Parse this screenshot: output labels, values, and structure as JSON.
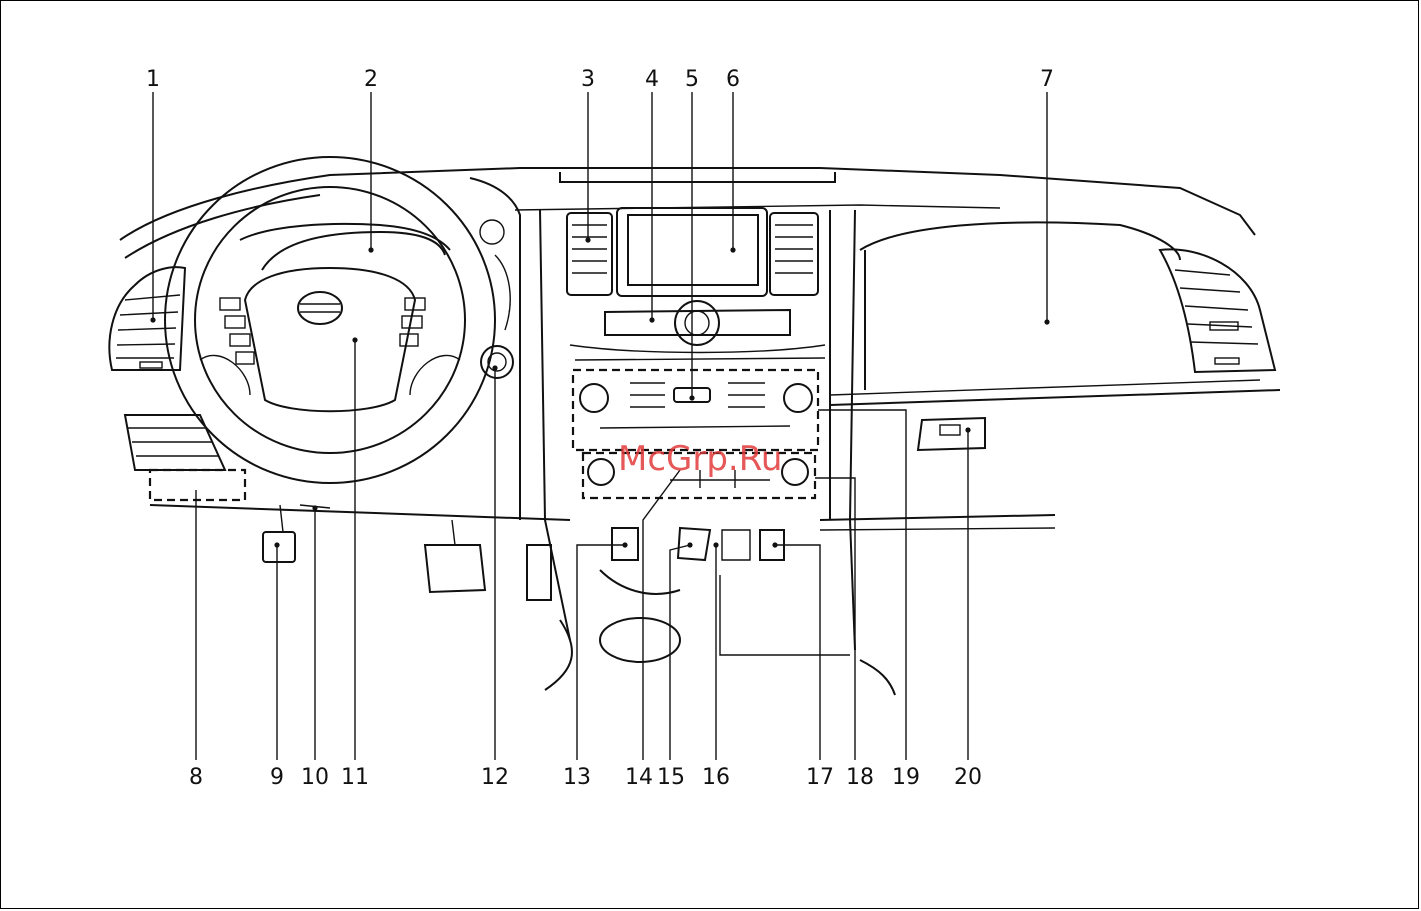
{
  "watermark": "McGrp.Ru",
  "callouts": [
    {
      "id": "1",
      "label": "1"
    },
    {
      "id": "2",
      "label": "2"
    },
    {
      "id": "3",
      "label": "3"
    },
    {
      "id": "4",
      "label": "4"
    },
    {
      "id": "5",
      "label": "5"
    },
    {
      "id": "6",
      "label": "6"
    },
    {
      "id": "7",
      "label": "7"
    },
    {
      "id": "8",
      "label": "8"
    },
    {
      "id": "9",
      "label": "9"
    },
    {
      "id": "10",
      "label": "10"
    },
    {
      "id": "11",
      "label": "11"
    },
    {
      "id": "12",
      "label": "12"
    },
    {
      "id": "13",
      "label": "13"
    },
    {
      "id": "14",
      "label": "14"
    },
    {
      "id": "15",
      "label": "15"
    },
    {
      "id": "16",
      "label": "16"
    },
    {
      "id": "17",
      "label": "17"
    },
    {
      "id": "18",
      "label": "18"
    },
    {
      "id": "19",
      "label": "19"
    },
    {
      "id": "20",
      "label": "20"
    }
  ],
  "colors": {
    "line": "#111111",
    "watermark": "#e23a3a",
    "background": "#ffffff"
  }
}
